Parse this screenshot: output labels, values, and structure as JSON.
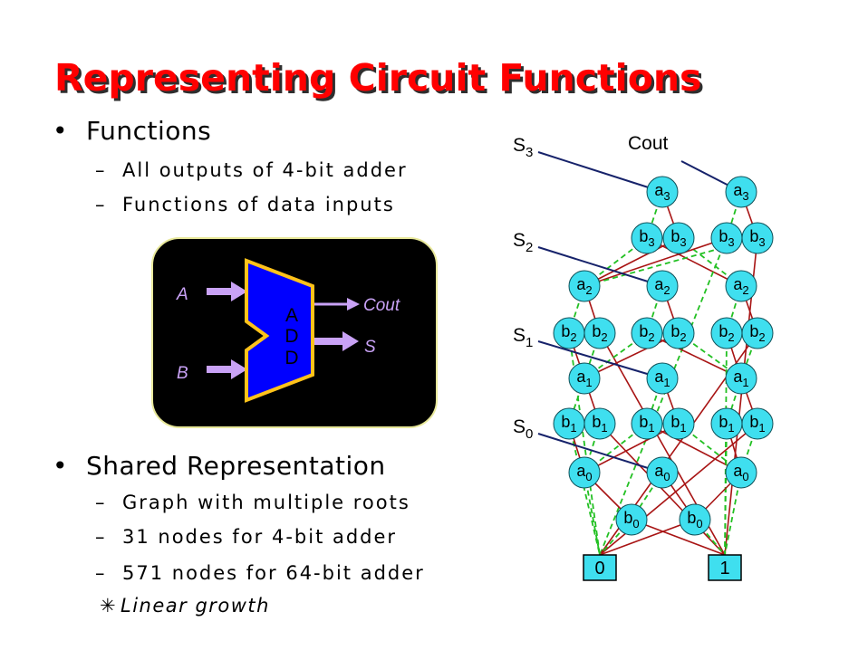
{
  "slide": {
    "title": "Representing Circuit Functions",
    "bullets": [
      {
        "marker": "•",
        "text": "Functions",
        "subitems": [
          {
            "marker": "–",
            "text": "All outputs of 4-bit adder"
          },
          {
            "marker": "–",
            "text": "Functions of data inputs"
          }
        ]
      },
      {
        "marker": "•",
        "text": "Shared Representation",
        "subitems": [
          {
            "marker": "–",
            "text": "Graph with multiple roots"
          },
          {
            "marker": "–",
            "text": "31 nodes for 4-bit adder"
          },
          {
            "marker": "–",
            "text": "571 nodes for 64-bit adder"
          },
          {
            "marker": "✳",
            "text": "Linear growth"
          }
        ]
      }
    ]
  },
  "adder": {
    "block_label": [
      "A",
      "D",
      "D"
    ],
    "inputs": [
      "A",
      "B"
    ],
    "outputs": [
      "Cout",
      "S"
    ]
  },
  "bdd": {
    "roots": [
      {
        "label": "S",
        "sub": "3"
      },
      {
        "label": "Cout"
      },
      {
        "label": "S",
        "sub": "2"
      },
      {
        "label": "S",
        "sub": "1"
      },
      {
        "label": "S",
        "sub": "0"
      }
    ],
    "nodes": [
      {
        "var": "a",
        "sub": "3"
      },
      {
        "var": "a",
        "sub": "3"
      },
      {
        "var": "b",
        "sub": "3"
      },
      {
        "var": "b",
        "sub": "3"
      },
      {
        "var": "b",
        "sub": "3"
      },
      {
        "var": "b",
        "sub": "3"
      },
      {
        "var": "a",
        "sub": "2"
      },
      {
        "var": "a",
        "sub": "2"
      },
      {
        "var": "a",
        "sub": "2"
      },
      {
        "var": "b",
        "sub": "2"
      },
      {
        "var": "b",
        "sub": "2"
      },
      {
        "var": "b",
        "sub": "2"
      },
      {
        "var": "b",
        "sub": "2"
      },
      {
        "var": "b",
        "sub": "2"
      },
      {
        "var": "b",
        "sub": "2"
      },
      {
        "var": "a",
        "sub": "1"
      },
      {
        "var": "a",
        "sub": "1"
      },
      {
        "var": "a",
        "sub": "1"
      },
      {
        "var": "b",
        "sub": "1"
      },
      {
        "var": "b",
        "sub": "1"
      },
      {
        "var": "b",
        "sub": "1"
      },
      {
        "var": "b",
        "sub": "1"
      },
      {
        "var": "b",
        "sub": "1"
      },
      {
        "var": "b",
        "sub": "1"
      },
      {
        "var": "a",
        "sub": "0"
      },
      {
        "var": "a",
        "sub": "0"
      },
      {
        "var": "a",
        "sub": "0"
      },
      {
        "var": "b",
        "sub": "0"
      },
      {
        "var": "b",
        "sub": "0"
      }
    ],
    "terminals": [
      "0",
      "1"
    ]
  },
  "colors": {
    "title": "#ff0000",
    "title_shadow": "#2e2e2e",
    "node_fill": "#3fdfef",
    "node_stroke": "#0f4f57",
    "high_edge": "#a81414",
    "low_edge": "#22c022",
    "root_edge": "#16226a",
    "adder_panel": "#000000",
    "adder_panel_border": "#e8e89a",
    "adder_block": "#0000ff",
    "adder_border": "#ffc21a",
    "arrow": "#c9a2f6"
  }
}
